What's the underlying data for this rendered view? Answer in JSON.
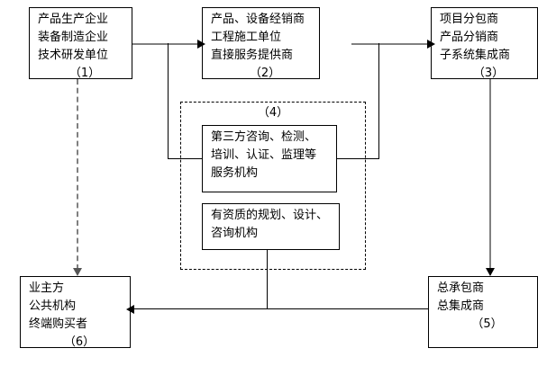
{
  "diagram": {
    "nodes": {
      "producers": {
        "lines": [
          "产品生产企业",
          "装备制造企业",
          "技术研发单位"
        ],
        "number": "（1）"
      },
      "distributors": {
        "lines": [
          "产品、设备经销商",
          "工程施工单位",
          "直接服务提供商"
        ],
        "number": "（2）"
      },
      "subcontractors": {
        "lines": [
          "项目分包商",
          "产品分销商",
          "子系统集成商"
        ],
        "number": "（3）"
      },
      "third_party_services": {
        "lines": [
          "第三方咨询、检测、",
          "培训、认证、监理等",
          "服务机构"
        ]
      },
      "qualified_planning": {
        "lines": [
          "有资质的规划、设计、",
          "咨询机构"
        ]
      },
      "owners": {
        "lines": [
          "业主方",
          "公共机构",
          "终端购买者"
        ],
        "number": "（6）"
      },
      "general_contractor": {
        "lines": [
          "总承包商",
          "总集成商"
        ],
        "number": "（5）"
      }
    },
    "group": {
      "label": "（4）"
    },
    "colors": {
      "node_border": "#000000",
      "text": "#000000",
      "gray_connector": "#808080",
      "black_connector": "#000000",
      "background": "#ffffff"
    }
  }
}
